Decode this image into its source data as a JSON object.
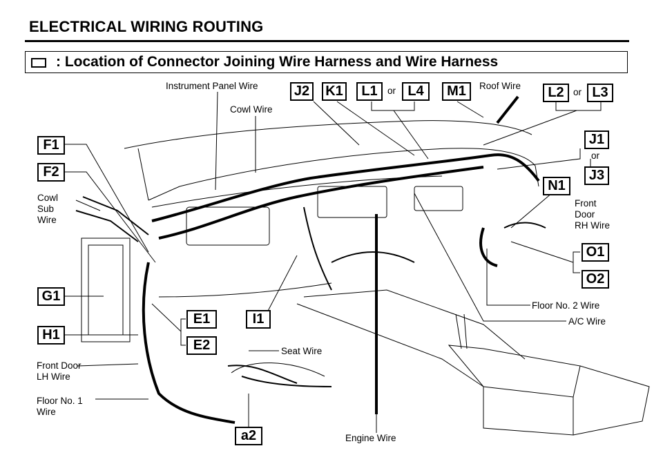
{
  "header": {
    "title": "ELECTRICAL WIRING ROUTING",
    "subtitle": ": Location of Connector Joining Wire Harness and Wire Harness"
  },
  "connectors": {
    "J2": "J2",
    "K1": "K1",
    "L1": "L1",
    "L4": "L4",
    "M1": "M1",
    "L2": "L2",
    "L3": "L3",
    "J1": "J1",
    "J3": "J3",
    "N1": "N1",
    "O1": "O1",
    "O2": "O2",
    "F1": "F1",
    "F2": "F2",
    "G1": "G1",
    "H1": "H1",
    "E1": "E1",
    "E2": "E2",
    "I1": "I1",
    "a2": "a2"
  },
  "or_text": "or",
  "wires": {
    "instrument_panel": "Instrument Panel Wire",
    "cowl": "Cowl Wire",
    "roof": "Roof Wire",
    "cowl_sub_1": "Cowl",
    "cowl_sub_2": "Sub",
    "cowl_sub_3": "Wire",
    "front_door_rh_1": "Front",
    "front_door_rh_2": "Door",
    "front_door_rh_3": "RH Wire",
    "floor_no2": "Floor No. 2 Wire",
    "ac": "A/C Wire",
    "seat": "Seat Wire",
    "front_door_lh_1": "Front Door",
    "front_door_lh_2": "LH Wire",
    "floor_no1_1": "Floor No. 1",
    "floor_no1_2": "Wire",
    "engine": "Engine Wire"
  }
}
